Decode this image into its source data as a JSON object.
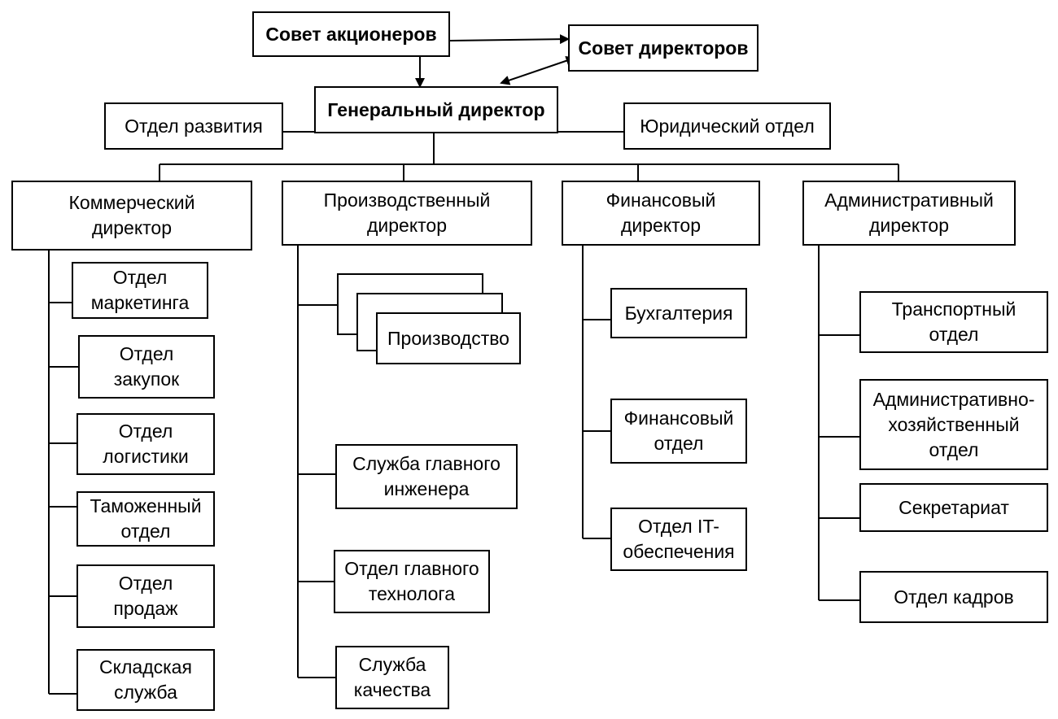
{
  "top": {
    "shareholders": "Совет акционеров",
    "board": "Совет директоров",
    "ceo": "Генеральный директор",
    "development": "Отдел развития",
    "legal": "Юридический отдел"
  },
  "directors": {
    "commercial": [
      "Коммерческий",
      "директор"
    ],
    "production": [
      "Производственный",
      "директор"
    ],
    "financial": [
      "Финансовый",
      "директор"
    ],
    "administrative": [
      "Административный",
      "директор"
    ]
  },
  "commercial_units": [
    [
      "Отдел",
      "маркетинга"
    ],
    [
      "Отдел",
      "закупок"
    ],
    [
      "Отдел",
      "логистики"
    ],
    [
      "Таможенный",
      "отдел"
    ],
    [
      "Отдел",
      "продаж"
    ],
    [
      "Складская",
      "служба"
    ]
  ],
  "production_units": [
    [
      "Производство"
    ],
    [
      "Служба главного",
      "инженера"
    ],
    [
      "Отдел главного",
      "технолога"
    ],
    [
      "Служба",
      "качества"
    ]
  ],
  "financial_units": [
    [
      "Бухгалтерия"
    ],
    [
      "Финансовый",
      "отдел"
    ],
    [
      "Отдел IT-",
      "обеспечения"
    ]
  ],
  "administrative_units": [
    [
      "Транспортный",
      "отдел"
    ],
    [
      "Административно-",
      "хозяйственный",
      "отдел"
    ],
    [
      "Секретариат"
    ],
    [
      "Отдел кадров"
    ]
  ]
}
